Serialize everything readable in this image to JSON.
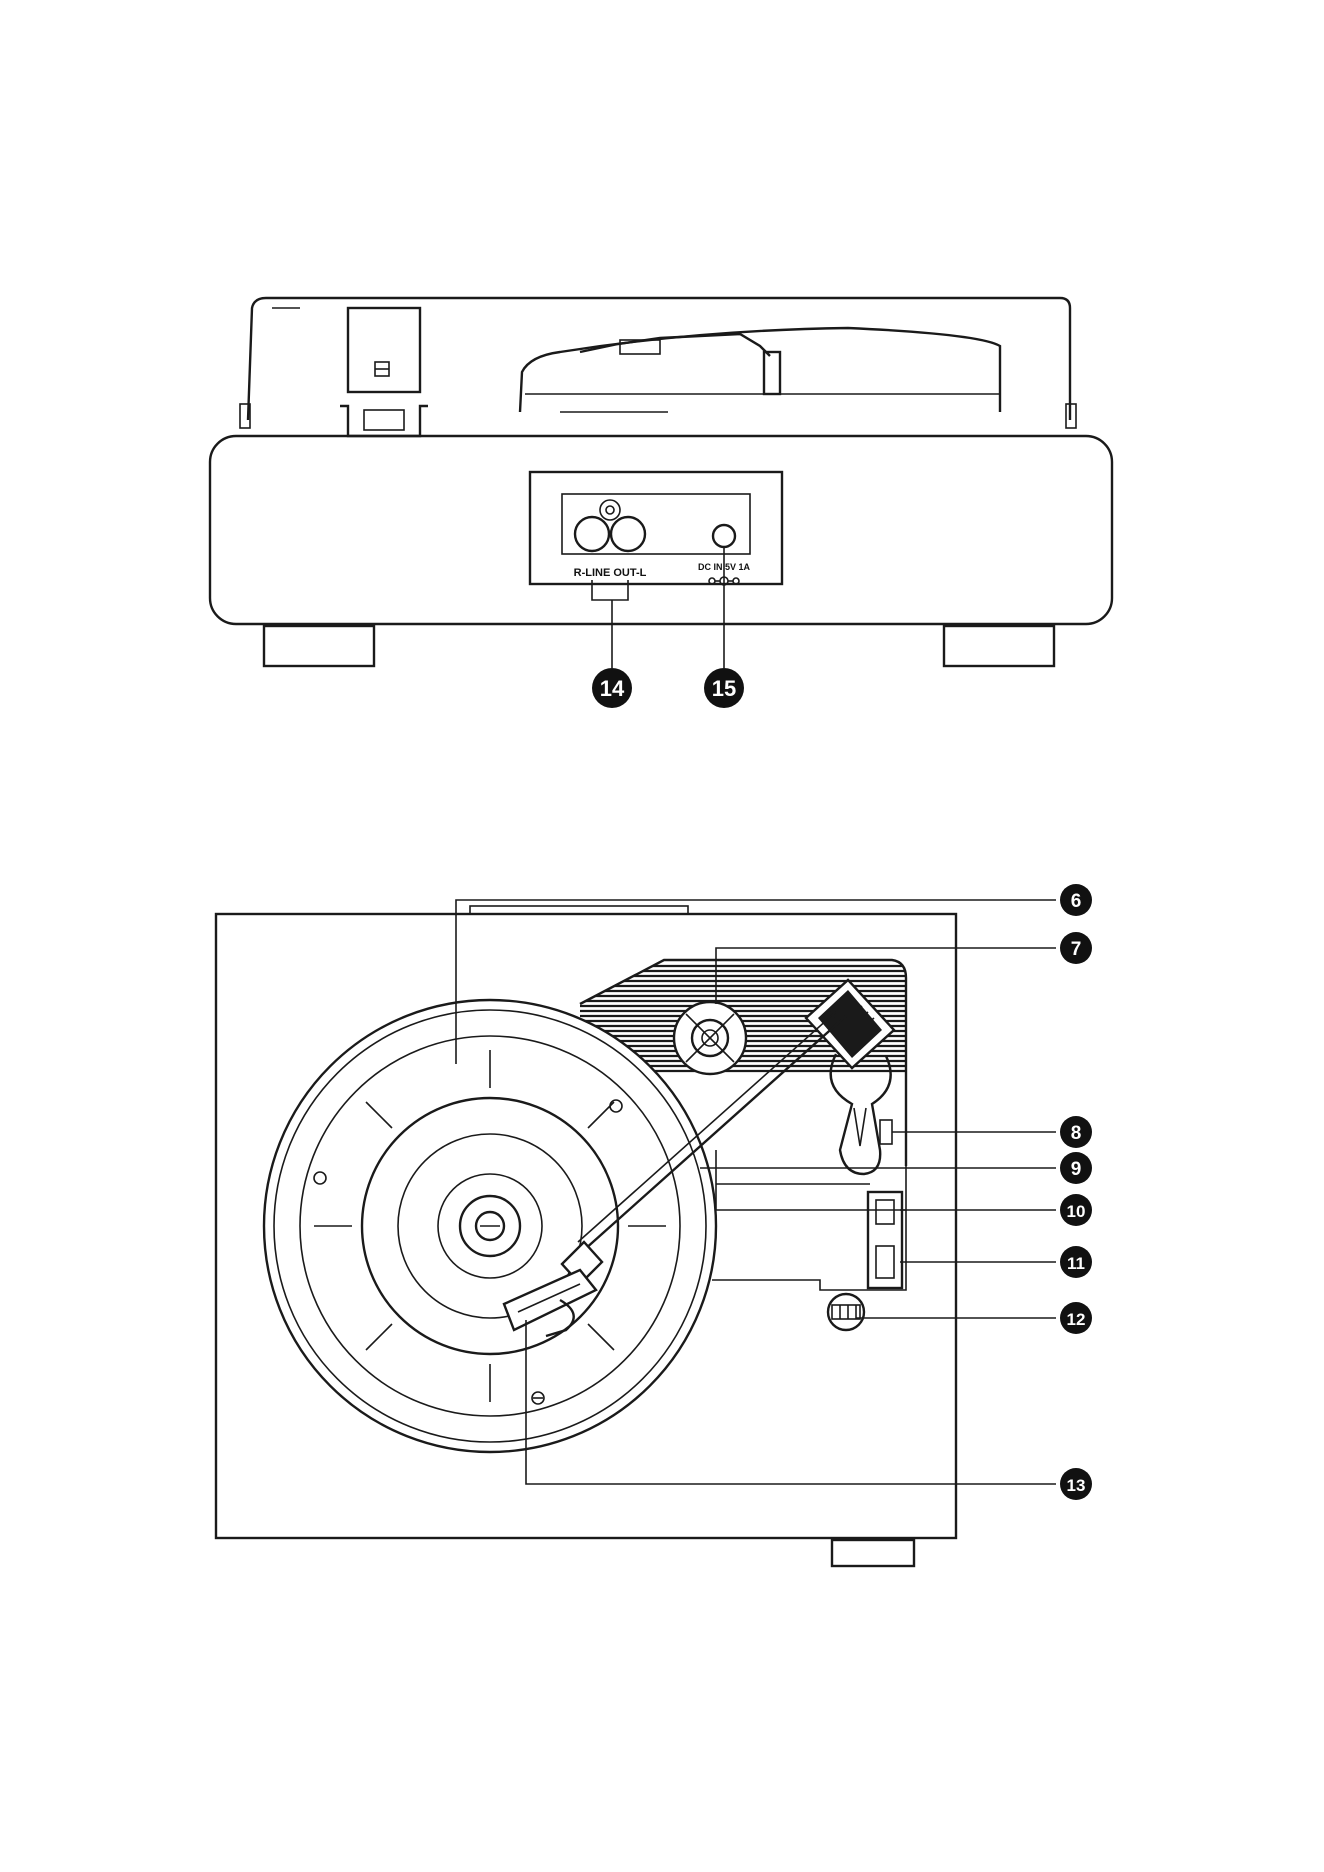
{
  "rear_panel": {
    "line_out_label": "R-LINE OUT-L",
    "dc_in_label": "DC IN 5V 1A"
  },
  "callouts": {
    "c6": "6",
    "c7": "7",
    "c8": "8",
    "c9": "9",
    "c10": "10",
    "c11": "11",
    "c12": "12",
    "c13": "13",
    "c14": "14",
    "c15": "15"
  },
  "colors": {
    "line": "#1a1a1a",
    "callout_fill": "#111111",
    "background": "#ffffff"
  }
}
